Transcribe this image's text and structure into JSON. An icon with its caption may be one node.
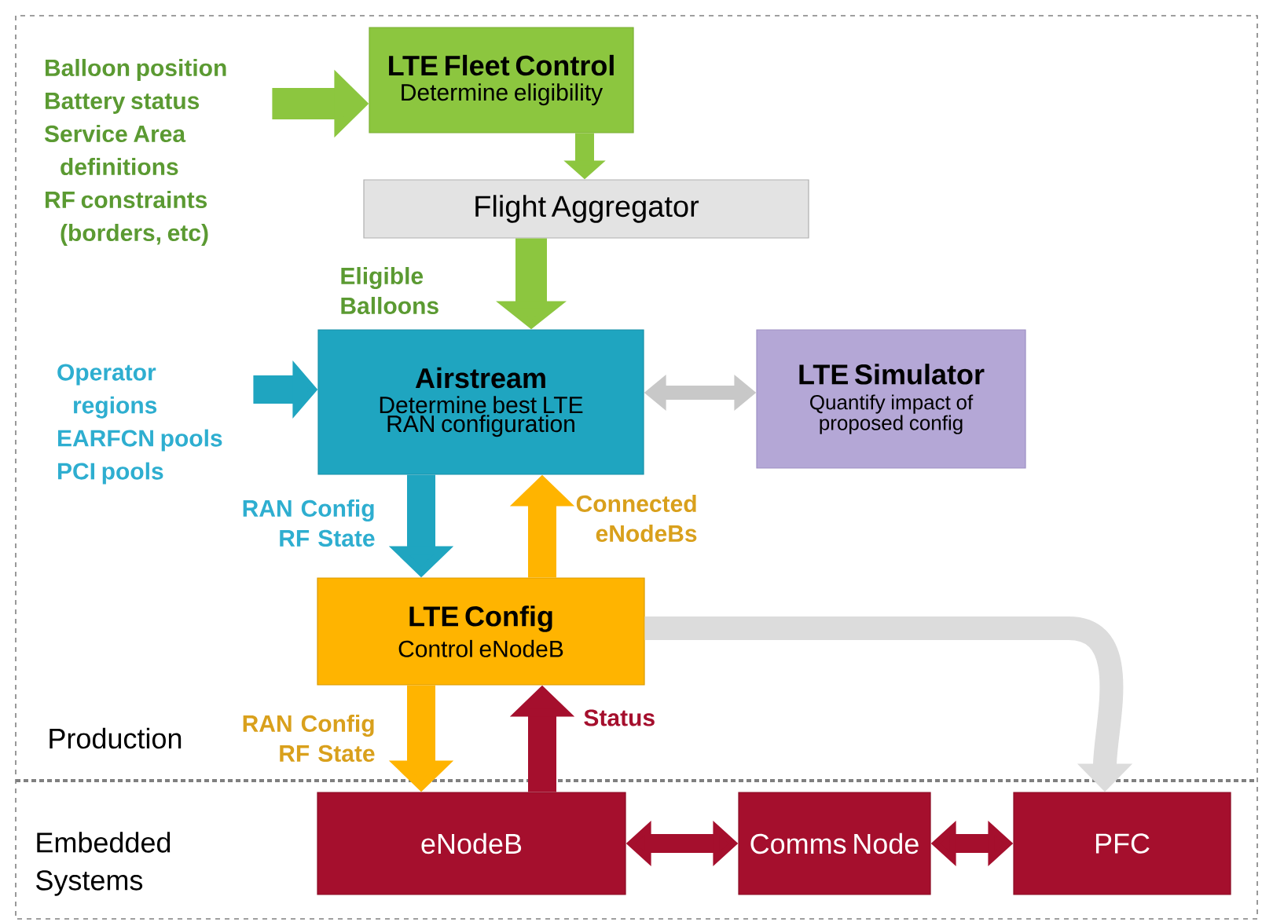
{
  "diagram": {
    "nodes": [
      {
        "text": [
          "LTE Fleet Control",
          "Determine eligibility"
        ]
      },
      {
        "text": [
          "Flight Aggregator"
        ]
      },
      {
        "text": [
          "Airstream",
          "Determine best LTE RAN configuration"
        ]
      },
      {
        "text": [
          "LTE Simulator",
          "Quantify impact of proposed config"
        ]
      },
      {
        "text": [
          "LTE Config",
          "Control eNodeB"
        ]
      },
      {
        "text": [
          "eNodeB"
        ]
      },
      {
        "text": [
          "Comms Node"
        ]
      },
      {
        "text": [
          "PFC"
        ]
      },
      {
        "text": [
          "Balloon position",
          "Battery status",
          "Service Area definitions",
          "RF constraints (borders, etc)"
        ]
      },
      {
        "text": [
          "Operator regions",
          "EARFCN pools",
          "PCI pools"
        ]
      }
    ],
    "edges": [
      {
        "from": 8,
        "to": 0,
        "arrow": "to",
        "color": "#8cc63f"
      },
      {
        "from": 0,
        "to": 1,
        "arrow": "to",
        "color": "#8cc63f"
      },
      {
        "from": 1,
        "to": 2,
        "arrow": "to",
        "color": "#8cc63f",
        "label": "Eligible Balloons"
      },
      {
        "from": 9,
        "to": 2,
        "arrow": "to",
        "color": "#1fa5c0"
      },
      {
        "from": 2,
        "to": 3,
        "arrow": "both",
        "color": "#c8c8c8"
      },
      {
        "from": 2,
        "to": 4,
        "arrow": "to",
        "color": "#1fa5c0",
        "label": "RAN Config RF State"
      },
      {
        "from": 4,
        "to": 2,
        "arrow": "to",
        "color": "#ffb400",
        "label": "Connected eNodeBs"
      },
      {
        "from": 4,
        "to": 7,
        "arrow": "to",
        "color": "#dcdcdc"
      },
      {
        "from": 4,
        "to": 5,
        "arrow": "to",
        "color": "#ffb400",
        "label": "RAN Config RF State"
      },
      {
        "from": 5,
        "to": 4,
        "arrow": "to",
        "color": "#a50f2d",
        "label": "Status"
      },
      {
        "from": 5,
        "to": 6,
        "arrow": "both",
        "color": "#a50f2d"
      },
      {
        "from": 6,
        "to": 7,
        "arrow": "both",
        "color": "#a50f2d"
      }
    ],
    "labels": [
      "Production",
      "Embedded Systems"
    ]
  }
}
